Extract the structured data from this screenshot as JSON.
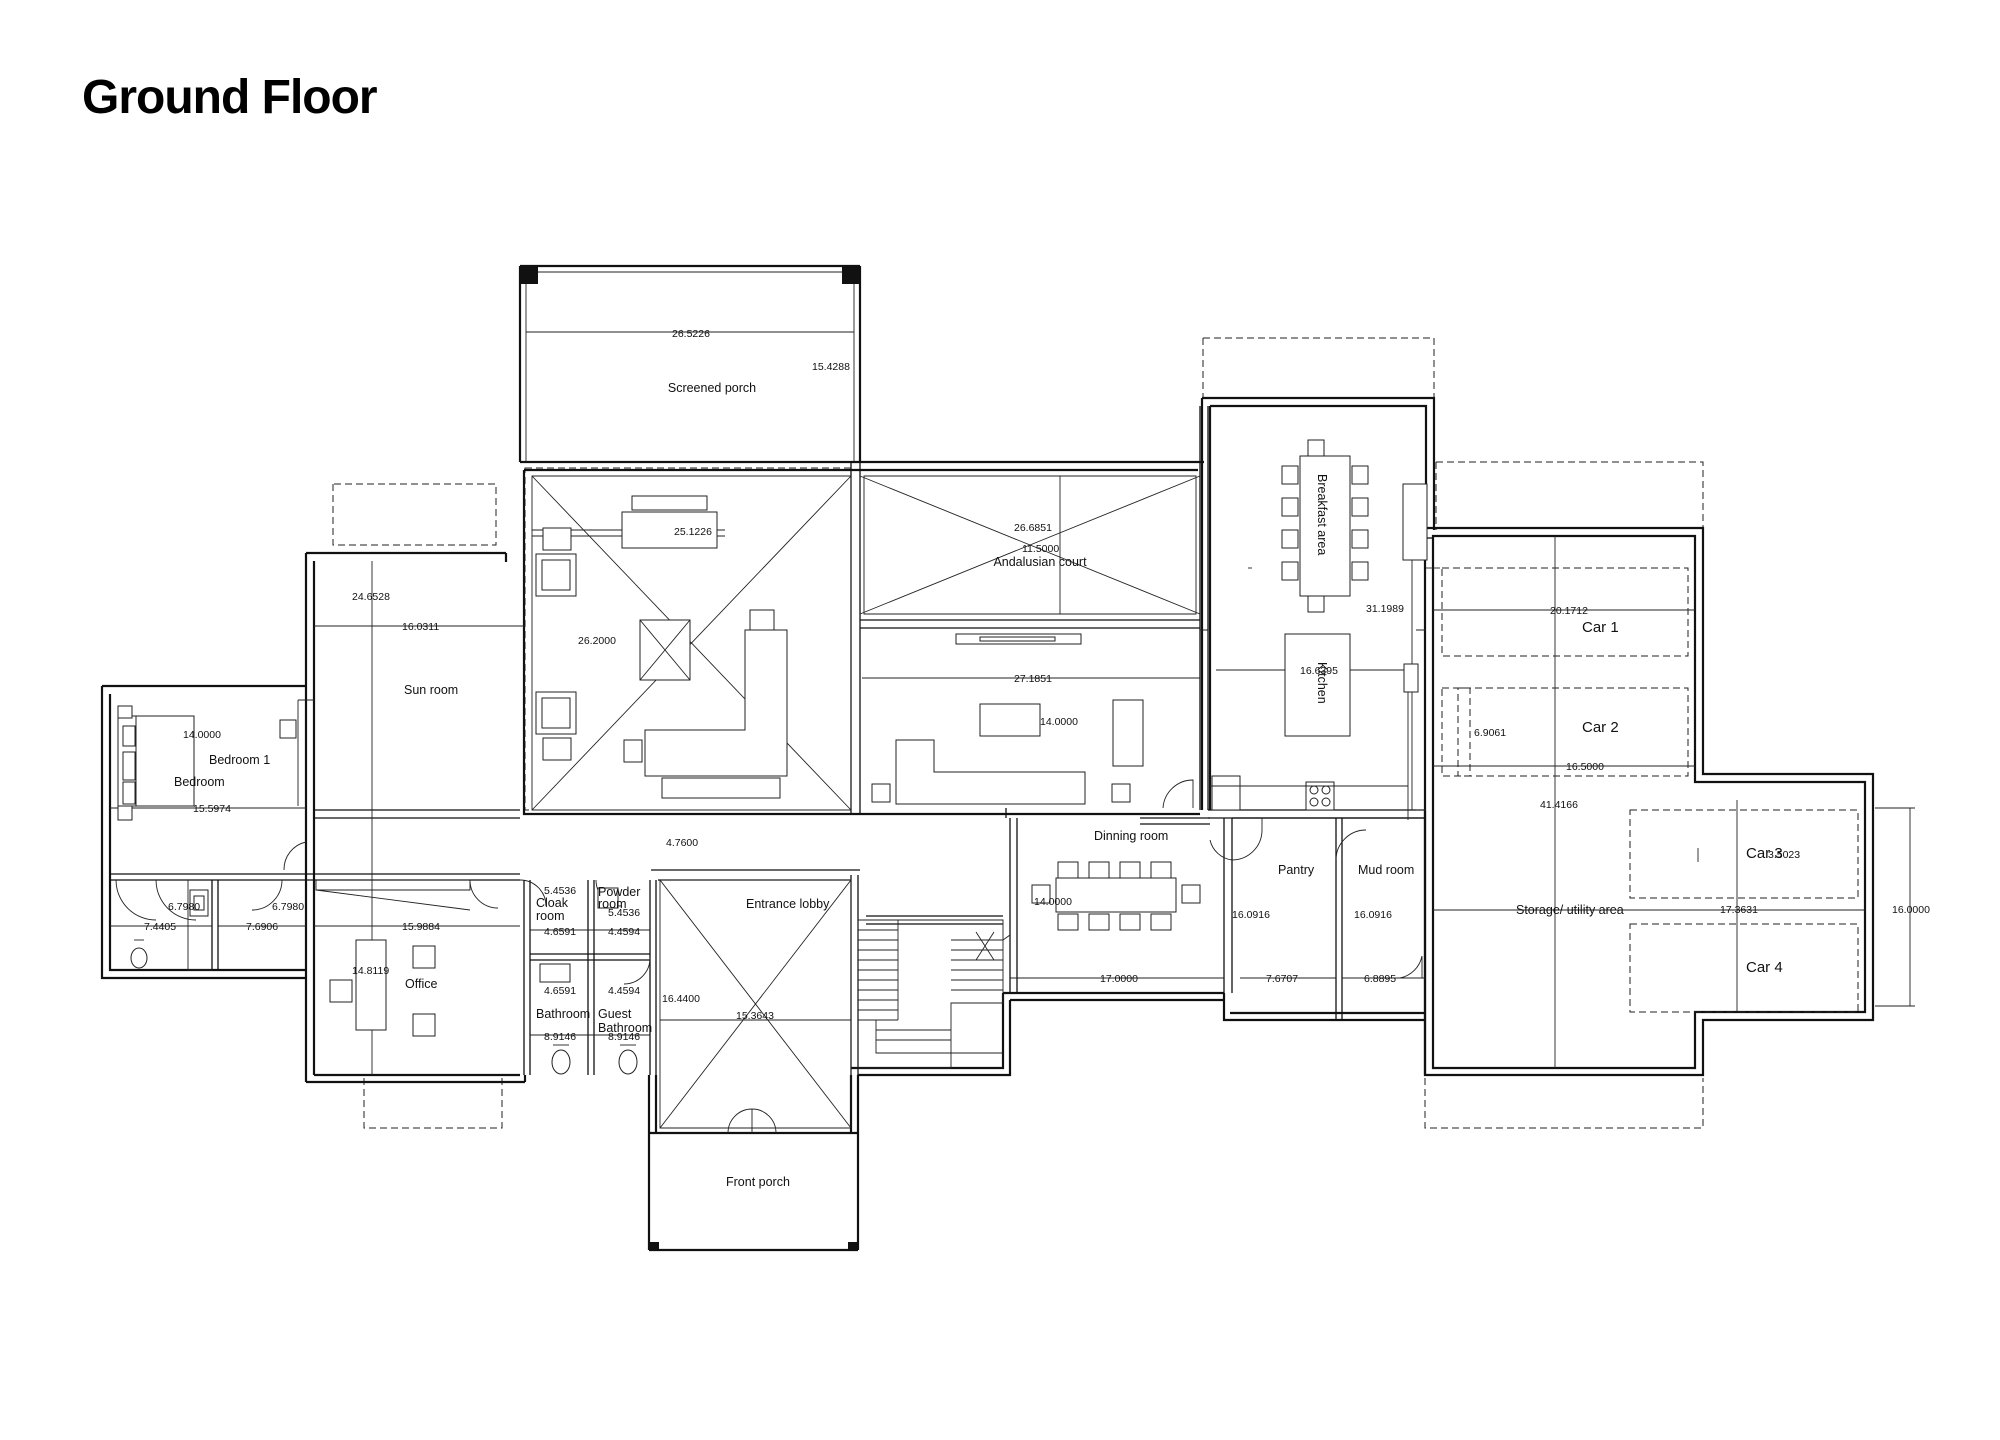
{
  "title": "Ground Floor",
  "rooms": {
    "screened_porch": "Screened porch",
    "andalusian_court": "Andalusian court",
    "breakfast_area": "Breakfast area",
    "kitchen": "Kitchen",
    "sun_room": "Sun room",
    "bedroom_1": "Bedroom 1",
    "bedroom": "Bedroom",
    "car_1": "Car 1",
    "car_2": "Car 2",
    "car_3": "Car 3",
    "car_4": "Car 4",
    "dinning_room": "Dinning room",
    "pantry": "Pantry",
    "mud_room": "Mud room",
    "storage": "Storage/ utility area",
    "office": "Office",
    "cloak_room_1": "Cloak",
    "cloak_room_2": "room",
    "powder_room_1": "Powder",
    "powder_room_2": "room",
    "bathroom": "Bathroom",
    "guest_bathroom_1": "Guest",
    "guest_bathroom_2": "Bathroom",
    "entrance_lobby": "Entrance lobby",
    "front_porch": "Front porch"
  },
  "dimensions": {
    "d_26_5226": "26.5226",
    "d_15_4288": "15.4288",
    "d_25_1226": "25.1226",
    "d_26_6851": "26.6851",
    "d_11_5000": "11.5000",
    "d_26_2000": "26.2000",
    "d_24_6528": "24.6528",
    "d_16_0311": "16.0311",
    "d_27_1851": "27.1851",
    "d_14_0000_a": "14.0000",
    "d_16_6395": "16.6395",
    "d_31_1989": "31.1989",
    "d_20_1712": "20.1712",
    "d_6_9061": "6.9061",
    "d_16_5000": "16.5000",
    "d_41_4166": "41.4166",
    "d_3_5023": "3.5023",
    "d_17_3631": "17.3631",
    "d_16_0000": "16.0000",
    "d_14_0000_b": "14.0000",
    "d_15_5974": "15.5974",
    "d_6_7980_a": "6.7980",
    "d_6_7980_b": "6.7980",
    "d_7_4405": "7.4405",
    "d_7_6906": "7.6906",
    "d_15_9884": "15.9884",
    "d_14_8119": "14.8119",
    "d_5_4536_a": "5.4536",
    "d_5_4536_b": "5.4536",
    "d_4_6591_a": "4.6591",
    "d_4_4594_a": "4.4594",
    "d_4_6591_b": "4.6591",
    "d_4_4594_b": "4.4594",
    "d_8_9146_a": "8.9146",
    "d_8_9146_b": "8.9146",
    "d_4_7600": "4.7600",
    "d_16_4400": "16.4400",
    "d_15_3643": "15.3643",
    "d_14_0000_c": "14.0000",
    "d_17_0000": "17.0000",
    "d_16_0916_a": "16.0916",
    "d_7_6707": "7.6707",
    "d_16_0916_b": "16.0916",
    "d_6_8895": "6.8895"
  }
}
